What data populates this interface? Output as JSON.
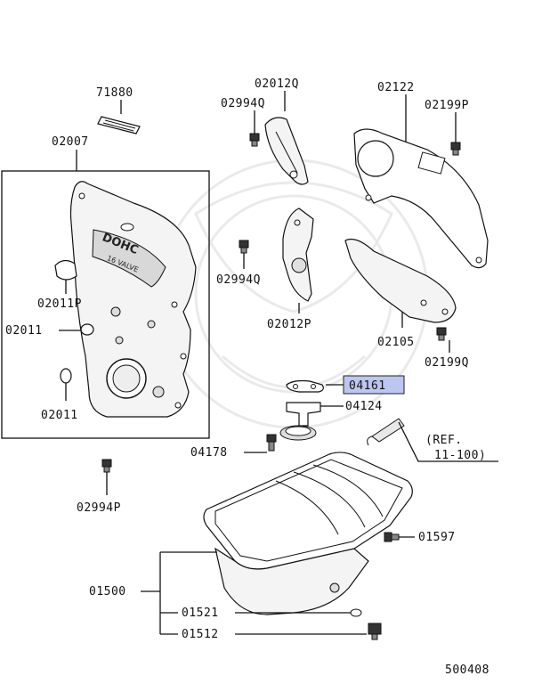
{
  "diagram": {
    "labels": {
      "p71880": "71880",
      "p02007": "02007",
      "p02011P": "02011P",
      "p02011a": "02011",
      "p02011b": "02011",
      "p02012Q": "02012Q",
      "p02994Q_top": "02994Q",
      "p02994Q_mid": "02994Q",
      "p02012P": "02012P",
      "p02122": "02122",
      "p02199P": "02199P",
      "p02105": "02105",
      "p02199Q": "02199Q",
      "p04161": "04161",
      "p04124": "04124",
      "p04178": "04178",
      "ref_line1": "(REF.",
      "ref_line2": "11-100)",
      "p02994P": "02994P",
      "p01597": "01597",
      "p01500": "01500",
      "p01521": "01521",
      "p01512": "01512",
      "diagram_number": "500408"
    },
    "cover_text": {
      "dohc": "DOHC",
      "valve": "16 VALVE"
    },
    "highlight_color": "#bcc6f0"
  }
}
